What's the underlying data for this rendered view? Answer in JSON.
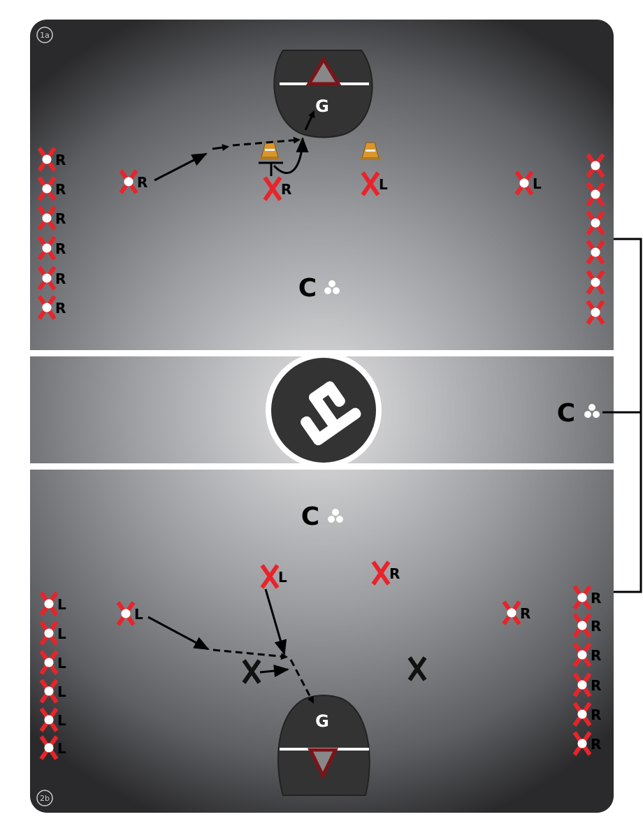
{
  "drill_labels": {
    "top": "1a",
    "bottom": "2b"
  },
  "goalie_label": "G",
  "coach_label": "C",
  "logo": "LF",
  "colors": {
    "player": "#e8242a",
    "defender": "#111111",
    "crease": "#333333",
    "goal": "#7a1418",
    "cone": "#d9962a"
  },
  "top_half": {
    "left_line": [
      "R",
      "R",
      "R",
      "R",
      "R",
      "R"
    ],
    "players": [
      "R",
      "R",
      "L",
      "L"
    ]
  },
  "bottom_half": {
    "left_line": [
      "L",
      "L",
      "L",
      "L",
      "L",
      "L"
    ],
    "players": [
      "L",
      "L",
      "R",
      "R"
    ],
    "right_line": [
      "R",
      "R",
      "R",
      "R",
      "R",
      "R"
    ]
  }
}
